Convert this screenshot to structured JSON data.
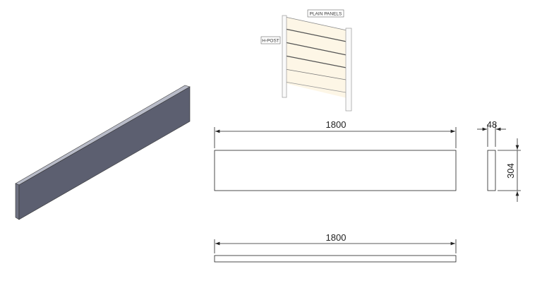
{
  "callouts": {
    "plain_panels": "PLAIN PANELS",
    "h_post": "H-POST"
  },
  "dimensions": {
    "front_length": "1800",
    "side_thickness": "48",
    "side_height": "304",
    "bottom_length": "1800"
  },
  "colors": {
    "panel_face": "#5c5f70",
    "panel_top": "#b8bbc8",
    "panel_fill": "#fdf6e6"
  }
}
